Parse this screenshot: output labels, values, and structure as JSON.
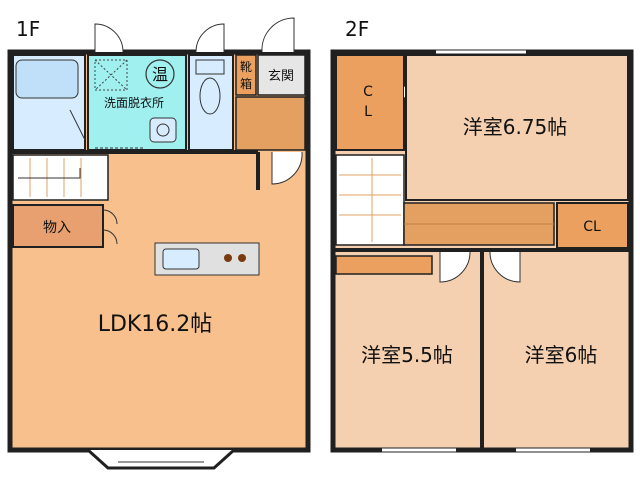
{
  "floors": {
    "first": {
      "label": "1F",
      "rooms": {
        "ldk": "LDK16.2帖",
        "storage": "物入",
        "washroom": "洗面脱衣所",
        "water_heater": "温",
        "shoe_box_line1": "靴",
        "shoe_box_line2": "箱",
        "entrance": "玄関"
      }
    },
    "second": {
      "label": "2F",
      "rooms": {
        "western_675": "洋室6.75帖",
        "western_55": "洋室5.5帖",
        "western_6": "洋室6帖",
        "closet_1_line1": "C",
        "closet_1_line2": "L",
        "closet_2": "CL"
      }
    }
  },
  "colors": {
    "wall": "#202020",
    "ldk": "#f8c08c",
    "storage": "#e8a070",
    "bath": "#d8ecff",
    "washroom": "#a0f0f0",
    "bedroom": "#f5d0b0",
    "closet": "#eca060",
    "stairs": "#ffffff",
    "corridor": "#e4a060"
  }
}
